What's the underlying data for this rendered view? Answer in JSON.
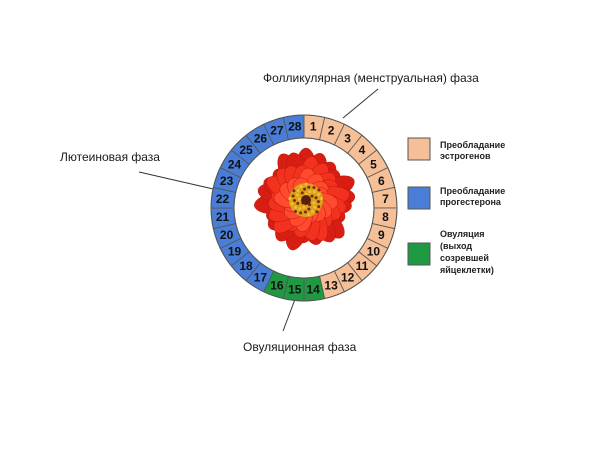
{
  "labels": {
    "follicular": "Фолликулярная (менструальная) фаза",
    "luteal": "Лютеиновая фаза",
    "ovulation": "Овуляционная фаза"
  },
  "colors": {
    "estrogen": "#f5bf97",
    "progesterone": "#4a7ed6",
    "ovulation": "#1f9a43",
    "outline": "#555555",
    "petal": "#f2321e",
    "flower_center": "#d9a21a"
  },
  "cycle": {
    "total_days": 28,
    "days": [
      {
        "n": "1",
        "phase": "estrogen"
      },
      {
        "n": "2",
        "phase": "estrogen"
      },
      {
        "n": "3",
        "phase": "estrogen"
      },
      {
        "n": "4",
        "phase": "estrogen"
      },
      {
        "n": "5",
        "phase": "estrogen"
      },
      {
        "n": "6",
        "phase": "estrogen"
      },
      {
        "n": "7",
        "phase": "estrogen"
      },
      {
        "n": "8",
        "phase": "estrogen"
      },
      {
        "n": "9",
        "phase": "estrogen"
      },
      {
        "n": "10",
        "phase": "estrogen"
      },
      {
        "n": "11",
        "phase": "estrogen"
      },
      {
        "n": "12",
        "phase": "estrogen"
      },
      {
        "n": "13",
        "phase": "estrogen"
      },
      {
        "n": "14",
        "phase": "ovulation"
      },
      {
        "n": "15",
        "phase": "ovulation"
      },
      {
        "n": "16",
        "phase": "ovulation"
      },
      {
        "n": "17",
        "phase": "progesterone"
      },
      {
        "n": "18",
        "phase": "progesterone"
      },
      {
        "n": "19",
        "phase": "progesterone"
      },
      {
        "n": "20",
        "phase": "progesterone"
      },
      {
        "n": "21",
        "phase": "progesterone"
      },
      {
        "n": "22",
        "phase": "progesterone"
      },
      {
        "n": "23",
        "phase": "progesterone"
      },
      {
        "n": "24",
        "phase": "progesterone"
      },
      {
        "n": "25",
        "phase": "progesterone"
      },
      {
        "n": "26",
        "phase": "progesterone"
      },
      {
        "n": "27",
        "phase": "progesterone"
      },
      {
        "n": "28",
        "phase": "progesterone"
      }
    ]
  },
  "legend": [
    {
      "key": "estrogen",
      "lines": [
        "Преобладание",
        "эстрогенов"
      ]
    },
    {
      "key": "progesterone",
      "lines": [
        "Преобладание",
        "прогестерона"
      ]
    },
    {
      "key": "ovulation",
      "lines": [
        "Овуляция",
        "(выход",
        "созревшей",
        "яйцеклетки)"
      ]
    }
  ]
}
